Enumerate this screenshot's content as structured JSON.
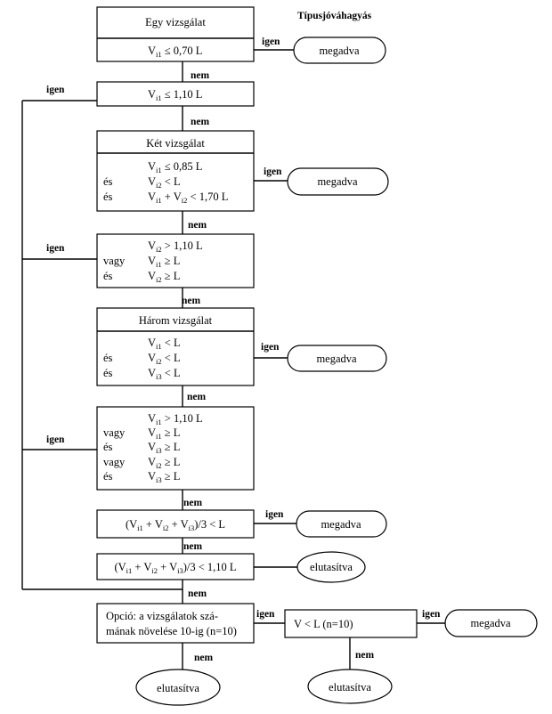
{
  "title": "Típusjóváhagyás",
  "labels": {
    "yes": "igen",
    "no": "nem",
    "and": "és",
    "or": "vagy",
    "accepted": "megadva",
    "rejected": "elutasítva"
  },
  "boxes": {
    "one_test": {
      "header": "Egy vizsgálat",
      "cond": "Vi1 ≤ 0,70 L"
    },
    "check2": {
      "cond": "Vi1 ≤ 1,10 L"
    },
    "two_test": {
      "header": "Két vizsgálat",
      "conds": [
        "Vi1 ≤ 0,85 L",
        "Vi2 < L",
        "Vi1 + Vi2 < 1,70 L"
      ]
    },
    "check4": {
      "conds": [
        "Vi2 > 1,10 L",
        "Vi1 ≥ L",
        "Vi2 ≥ L"
      ]
    },
    "three_test": {
      "header": "Három vizsgálat",
      "conds": [
        "Vi1 < L",
        "Vi2 < L",
        "Vi3 < L"
      ]
    },
    "check6": {
      "conds": [
        "Vi1 > 1,10 L",
        "Vi1 ≥ L",
        "Vi3 ≥ L",
        "Vi2 ≥ L",
        "Vi3 ≥ L"
      ]
    },
    "avg1": {
      "cond": "(Vi1 + Vi2 + Vi3)/3 < L"
    },
    "avg2": {
      "cond": "(Vi1 + Vi2 + Vi3)/3 < 1,10 L"
    },
    "option": {
      "line1": "Opció: a vizsgálatok szá-",
      "line2": "mának növelése 10-ig (n=10)"
    },
    "final": {
      "cond": "V < L (n=10)"
    }
  }
}
